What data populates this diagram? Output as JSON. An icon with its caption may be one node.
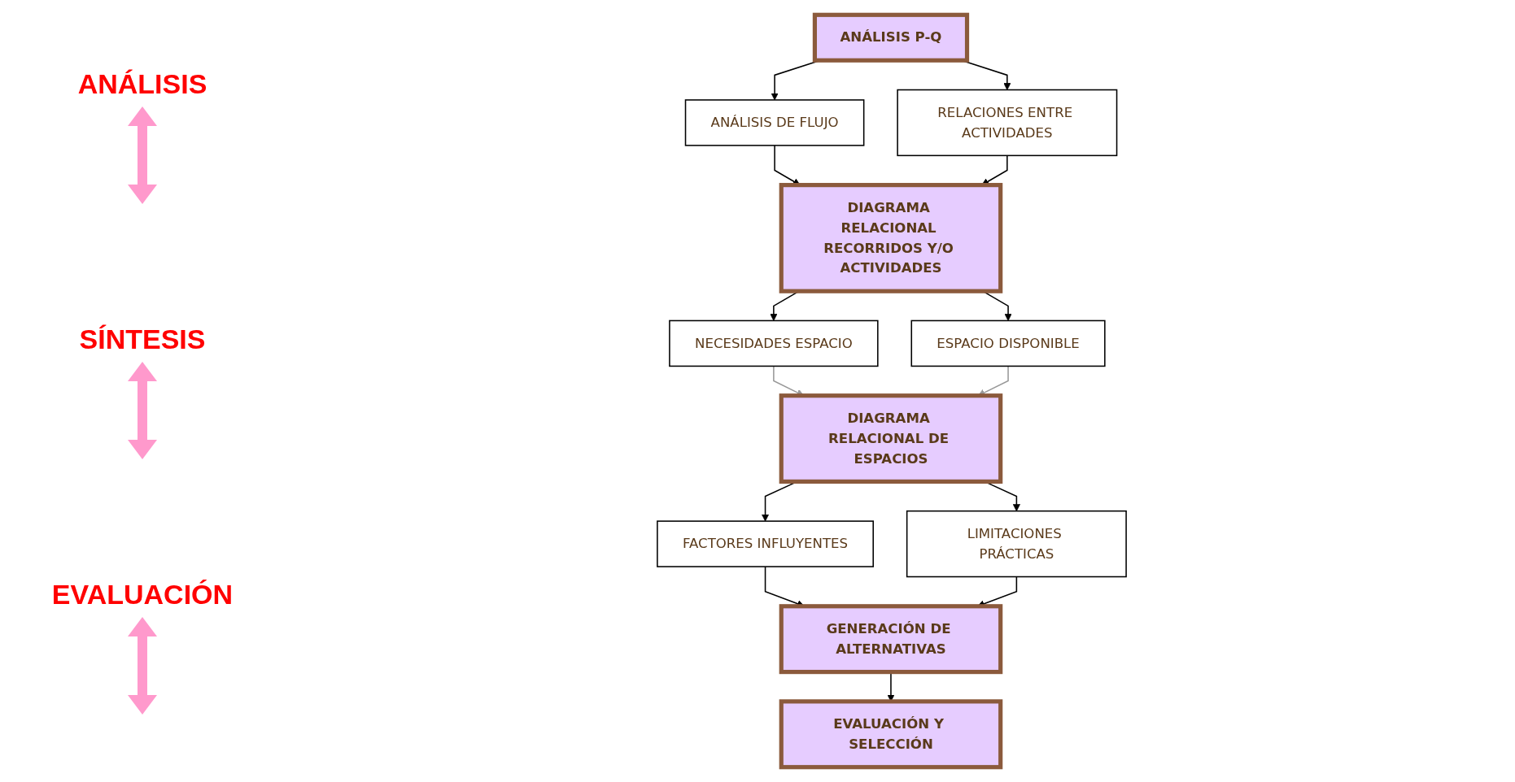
{
  "diagram": {
    "nodes": [
      {
        "text": [
          "ANÁLISIS P-Q"
        ]
      },
      {
        "text": [
          "ANÁLISIS DE FLUJO"
        ]
      },
      {
        "text": [
          "RELACIONES ENTRE ACTIVIDADES"
        ]
      },
      {
        "text": [
          "DIAGRAMA RELACIONAL RECORRIDOS Y/O ACTIVIDADES"
        ]
      },
      {
        "text": [
          "NECESIDADES ESPACIO"
        ]
      },
      {
        "text": [
          "ESPACIO DISPONIBLE"
        ]
      },
      {
        "text": [
          "DIAGRAMA RELACIONAL DE ESPACIOS"
        ]
      },
      {
        "text": [
          "FACTORES INFLUYENTES"
        ]
      },
      {
        "text": [
          "LIMITACIONES PRÁCTICAS"
        ]
      },
      {
        "text": [
          "GENERACIÓN DE ALTERNATIVAS"
        ]
      },
      {
        "text": [
          "EVALUACIÓN Y SELECCIÓN"
        ]
      }
    ],
    "edges": [
      {
        "from": 0,
        "to": 1,
        "arrow": "to"
      },
      {
        "from": 0,
        "to": 2,
        "arrow": "to"
      },
      {
        "from": 1,
        "to": 3,
        "arrow": "to"
      },
      {
        "from": 2,
        "to": 3,
        "arrow": "to"
      },
      {
        "from": 3,
        "to": 4,
        "arrow": "to"
      },
      {
        "from": 3,
        "to": 5,
        "arrow": "to"
      },
      {
        "from": 4,
        "to": 6,
        "arrow": "to",
        "color": "#999999"
      },
      {
        "from": 5,
        "to": 6,
        "arrow": "to",
        "color": "#999999"
      },
      {
        "from": 6,
        "to": 7,
        "arrow": "to"
      },
      {
        "from": 6,
        "to": 8,
        "arrow": "to"
      },
      {
        "from": 7,
        "to": 9,
        "arrow": "to"
      },
      {
        "from": 8,
        "to": 9,
        "arrow": "to"
      },
      {
        "from": 9,
        "to": 10,
        "arrow": "to"
      }
    ],
    "labels": [
      "ANÁLISIS",
      "SÍNTESIS",
      "EVALUACIÓN"
    ]
  }
}
